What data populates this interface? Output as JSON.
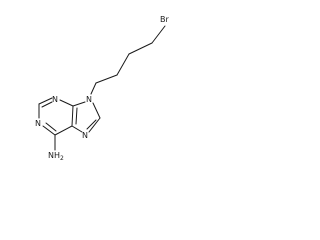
{
  "molecule": {
    "atoms": {
      "br": "Br",
      "n9": "N",
      "n7": "N",
      "n3": "N",
      "n1": "N",
      "nh2": "NH",
      "nh2_sub": "2"
    }
  }
}
